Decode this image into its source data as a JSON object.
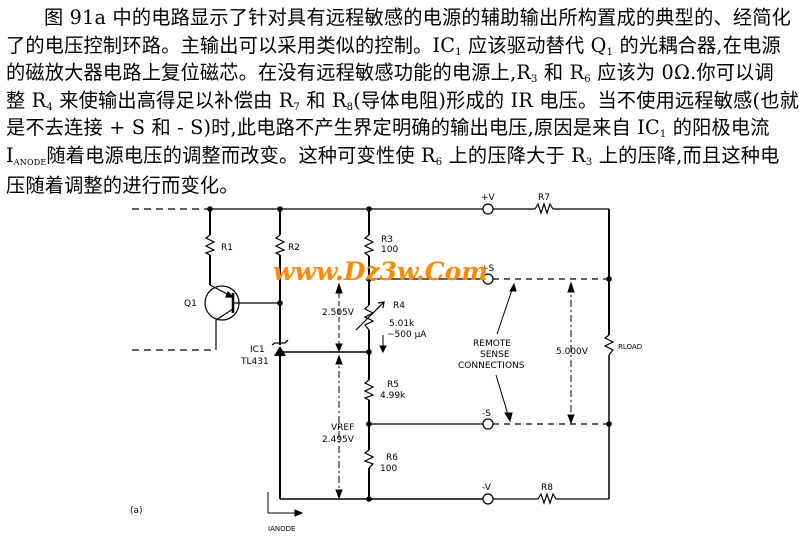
{
  "document": {
    "lines": [
      {
        "parts": [
          "图 91a 中的电路显示了针对具有远程敏感的电源的辅助输出所构置成的典型的、经简化"
        ]
      },
      {
        "parts": [
          "了的电压控制环路。主输出可以采用类似的控制。IC",
          "1",
          " 应该驱动替代 Q",
          "1",
          " 的光耦合器,在电源"
        ]
      },
      {
        "parts": [
          "的磁放大器电路上复位磁芯。在没有远程敏感功能的电源上,R",
          "3",
          " 和 R",
          "6",
          " 应该为 0Ω.你可以调"
        ]
      },
      {
        "parts": [
          "整 R",
          "4",
          " 来使输出高得足以补偿由 R",
          "7",
          " 和 R",
          "8",
          "(导体电阻)形成的 IR 电压。当不使用远程敏感(也就"
        ]
      },
      {
        "parts": [
          "是不去连接 + S 和 - S)时,此电路不产生界定明确的输出电压,原因是来自 IC",
          "1",
          " 的阳极电流"
        ]
      },
      {
        "parts": [
          "I",
          "ANODE",
          "随着电源电压的调整而改变。这种可变性使 R",
          "6",
          " 上的压降大于 R",
          "3",
          " 上的压降,而且这种电"
        ]
      },
      {
        "parts": [
          "压随着调整的进行而变化。"
        ]
      }
    ]
  },
  "diagram": {
    "watermark": "www.Dz3w.Com",
    "watermark_color": "#ff8a00",
    "figure_label": "(a)",
    "components": {
      "r1": "R1",
      "r2": "R2",
      "q1": "Q1",
      "ic1": "IC1",
      "ic1_part": "TL431",
      "r3": "R3",
      "r3_value": "100",
      "r4": "R4",
      "r4_value": "5.01k",
      "r4_current": "~500 µA",
      "r5": "R5",
      "r5_value": "4.99k",
      "r6": "R6",
      "r6_value": "100",
      "r7": "R7",
      "r8": "R8",
      "rload": "RLOAD"
    },
    "voltages": {
      "v_r4": "2.505V",
      "vref_label": "VREF",
      "vref_value": "2.495V",
      "v_out": "5.000V"
    },
    "terminals": {
      "plus_v": "+V",
      "plus_s": "+S",
      "minus_s": "-S",
      "minus_v": "-V"
    },
    "annotation_remote": [
      "REMOTE",
      "SENSE",
      "CONNECTIONS"
    ],
    "i_anode": "IANODE"
  }
}
